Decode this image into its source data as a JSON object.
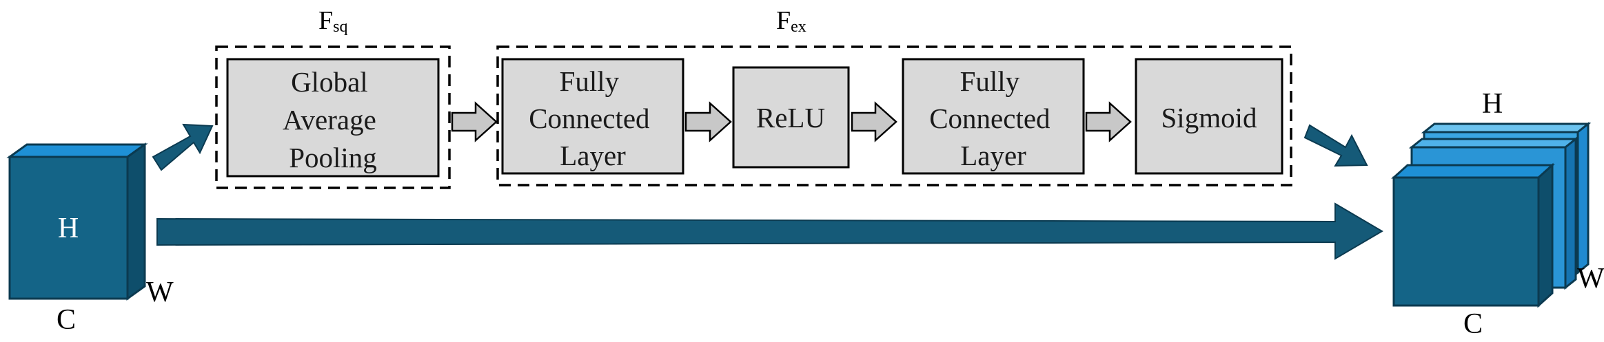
{
  "squeeze": {
    "label_main": "F",
    "label_sub": "sq",
    "box": [
      "Global",
      "Average",
      "Pooling"
    ]
  },
  "excitation": {
    "label_main": "F",
    "label_sub": "ex",
    "boxes": [
      [
        "Fully",
        "Connected",
        "Layer"
      ],
      [
        "ReLU"
      ],
      [
        "Fully",
        "Connected",
        "Layer"
      ],
      [
        "Sigmoid"
      ]
    ]
  },
  "input_cube": {
    "face_label": "H",
    "depth_label": "W",
    "bottom_label": "C"
  },
  "output_stack": {
    "top_label": "H",
    "side_label": "W",
    "bottom_label": "C"
  },
  "colors": {
    "cube_front": "#146487",
    "cube_top": "#1e90d6",
    "cube_side": "#0e4e6b",
    "arrow_dark": "#155a78",
    "box_fill": "#d9d9d9",
    "small_arrow_fill": "#c8c8c8"
  }
}
